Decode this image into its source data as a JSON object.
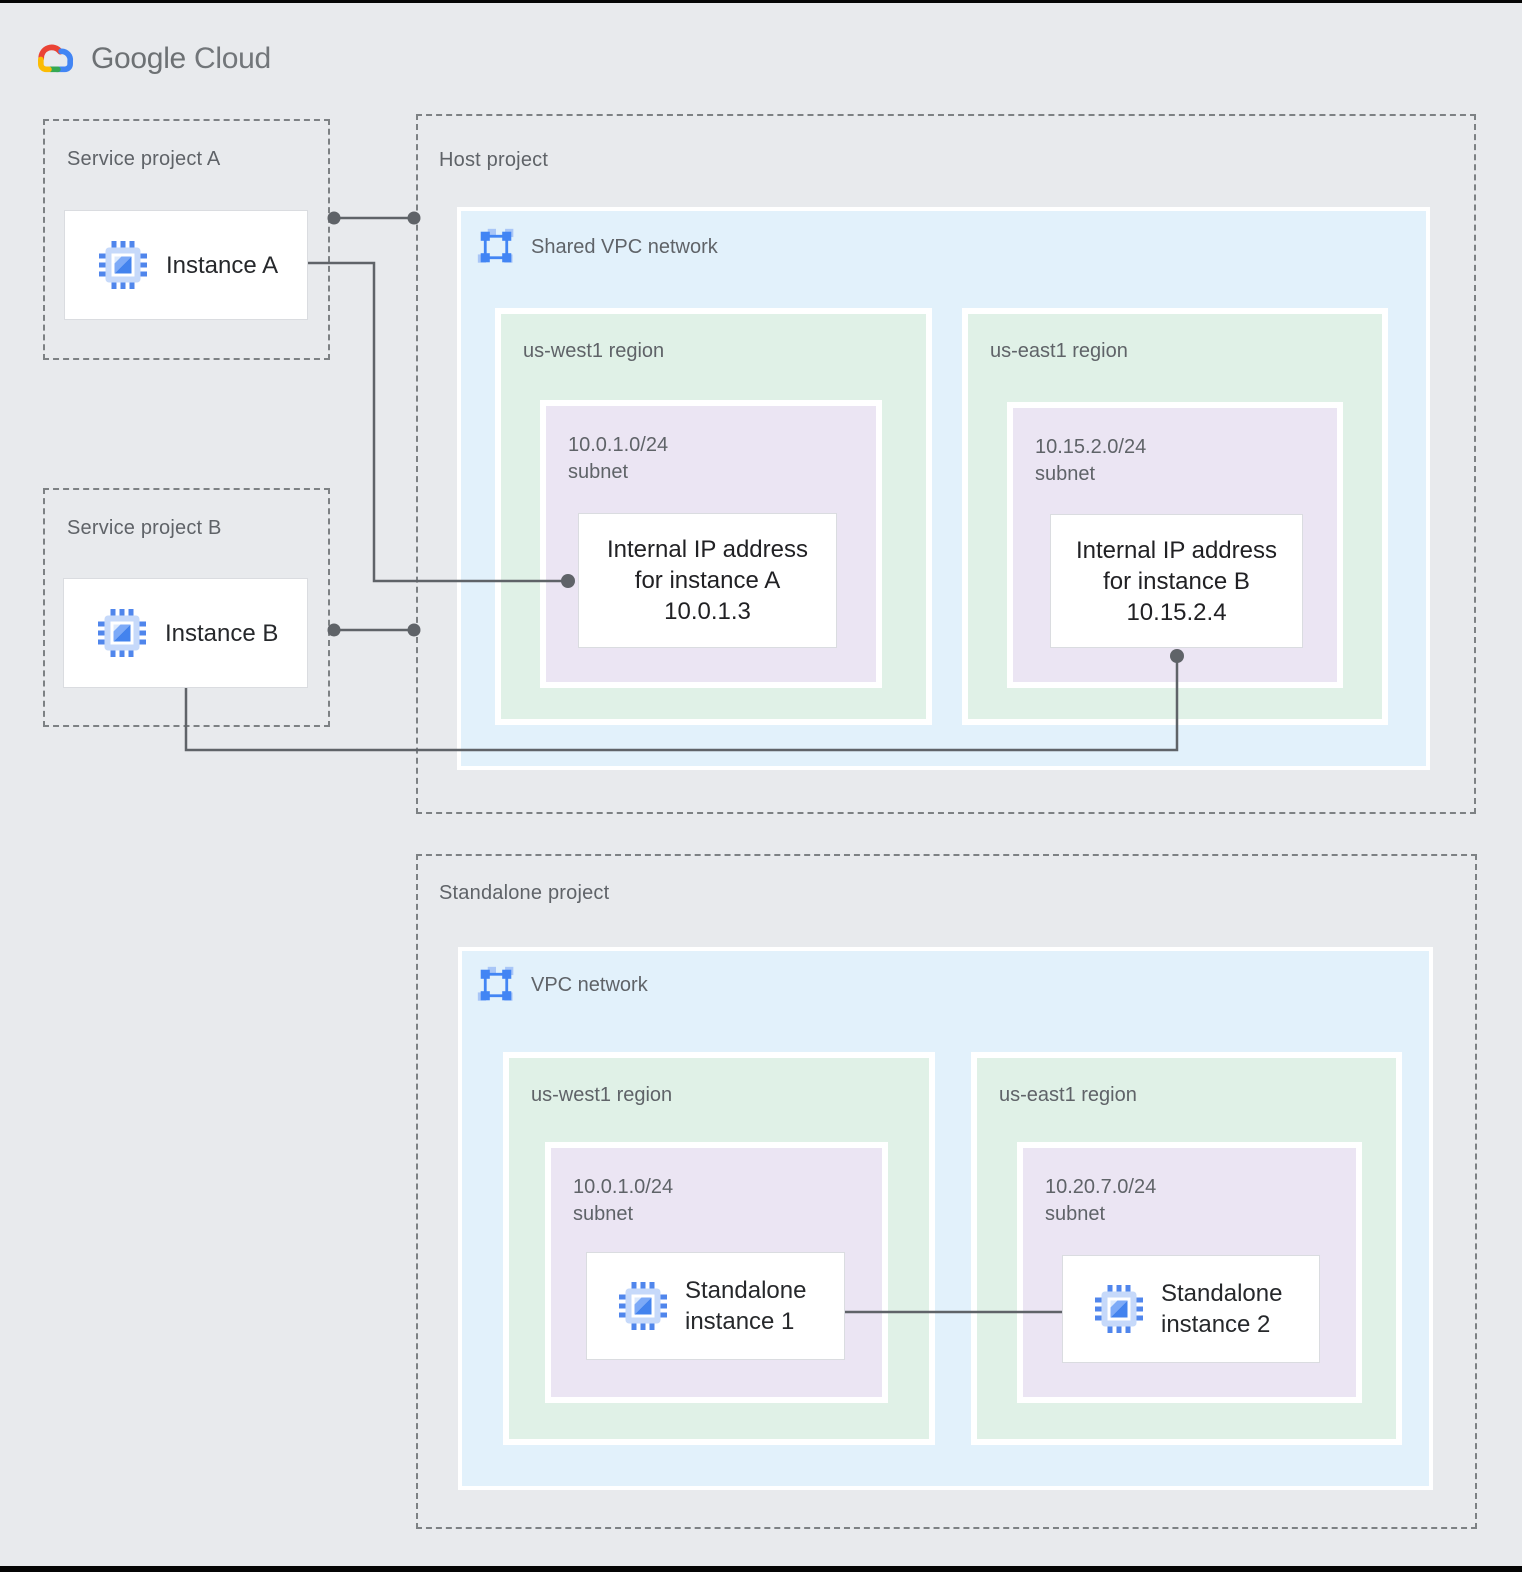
{
  "brand": {
    "google": "Google",
    "cloud": "Cloud",
    "icon": "google-cloud-logo"
  },
  "colors": {
    "background": "#e8eaed",
    "vpc_fill": "#e2f1fb",
    "region_fill": "#e0f1e7",
    "subnet_fill": "#ebe5f3",
    "card_border": "#dadce0",
    "dashed_border": "#7d8184",
    "connector": "#5f6368",
    "label_gray": "#5f6368",
    "text_dark": "#212124",
    "google_blue": "#4285f4",
    "google_red": "#ea4335",
    "google_yellow": "#fbbc04",
    "google_green": "#34a853",
    "chip_body": "#c6d9fa",
    "chip_pin": "#5086ec"
  },
  "icons": {
    "network": "vpc-network-icon",
    "instance": "compute-engine-icon"
  },
  "service_project_a": {
    "title": "Service project A",
    "instance_label": "Instance A"
  },
  "service_project_b": {
    "title": "Service project B",
    "instance_label": "Instance B"
  },
  "host_project": {
    "title": "Host project",
    "network_label": "Shared VPC network",
    "west": {
      "region_label": "us-west1 region",
      "subnet_cidr": "10.0.1.0/24",
      "subnet_word": "subnet",
      "ip_lines": [
        "Internal IP address",
        "for instance A",
        "10.0.1.3"
      ]
    },
    "east": {
      "region_label": "us-east1 region",
      "subnet_cidr": "10.15.2.0/24",
      "subnet_word": "subnet",
      "ip_lines": [
        "Internal IP address",
        "for instance B",
        "10.15.2.4"
      ]
    }
  },
  "standalone_project": {
    "title": "Standalone project",
    "network_label": "VPC network",
    "west": {
      "region_label": "us-west1 region",
      "subnet_cidr": "10.0.1.0/24",
      "subnet_word": "subnet",
      "instance_lines": [
        "Standalone",
        "instance 1"
      ]
    },
    "east": {
      "region_label": "us-east1 region",
      "subnet_cidr": "10.20.7.0/24",
      "subnet_word": "subnet",
      "instance_lines": [
        "Standalone",
        "instance 2"
      ]
    }
  }
}
